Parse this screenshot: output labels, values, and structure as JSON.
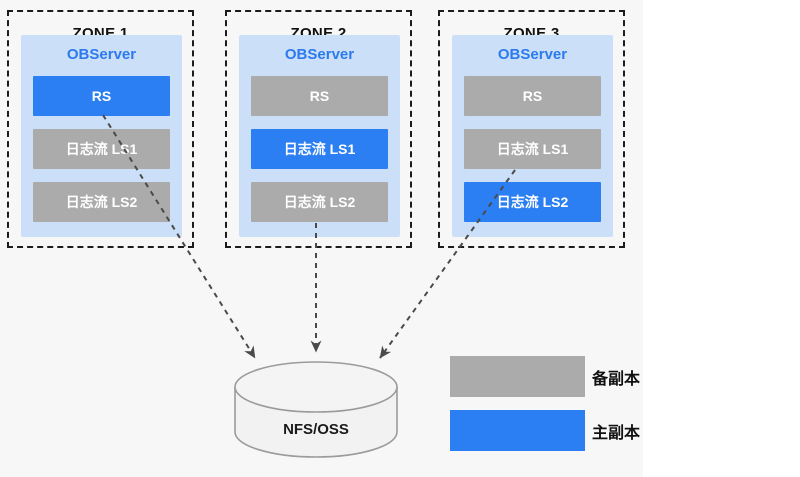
{
  "colors": {
    "primary_replica_blue": "#2b7ff2",
    "backup_replica_gray": "#ababab",
    "observer_panel_blue": "#cbdff8",
    "observer_text_blue": "#2b7aee",
    "diagram_background": "#f7f7f8"
  },
  "zones": [
    {
      "title": "ZONE 1",
      "server_label": "OBServer",
      "blocks": [
        {
          "label": "RS",
          "type": "primary"
        },
        {
          "label": "日志流 LS1",
          "type": "backup"
        },
        {
          "label": "日志流 LS2",
          "type": "backup"
        }
      ]
    },
    {
      "title": "ZONE 2",
      "server_label": "OBServer",
      "blocks": [
        {
          "label": "RS",
          "type": "backup"
        },
        {
          "label": "日志流 LS1",
          "type": "primary"
        },
        {
          "label": "日志流 LS2",
          "type": "backup"
        }
      ]
    },
    {
      "title": "ZONE 3",
      "server_label": "OBServer",
      "blocks": [
        {
          "label": "RS",
          "type": "backup"
        },
        {
          "label": "日志流 LS1",
          "type": "backup"
        },
        {
          "label": "日志流 LS2",
          "type": "primary"
        }
      ]
    }
  ],
  "storage": {
    "label": "NFS/OSS"
  },
  "legend": {
    "items": [
      {
        "swatch": "backup",
        "label": "备副本"
      },
      {
        "swatch": "primary",
        "label": "主副本"
      }
    ]
  }
}
